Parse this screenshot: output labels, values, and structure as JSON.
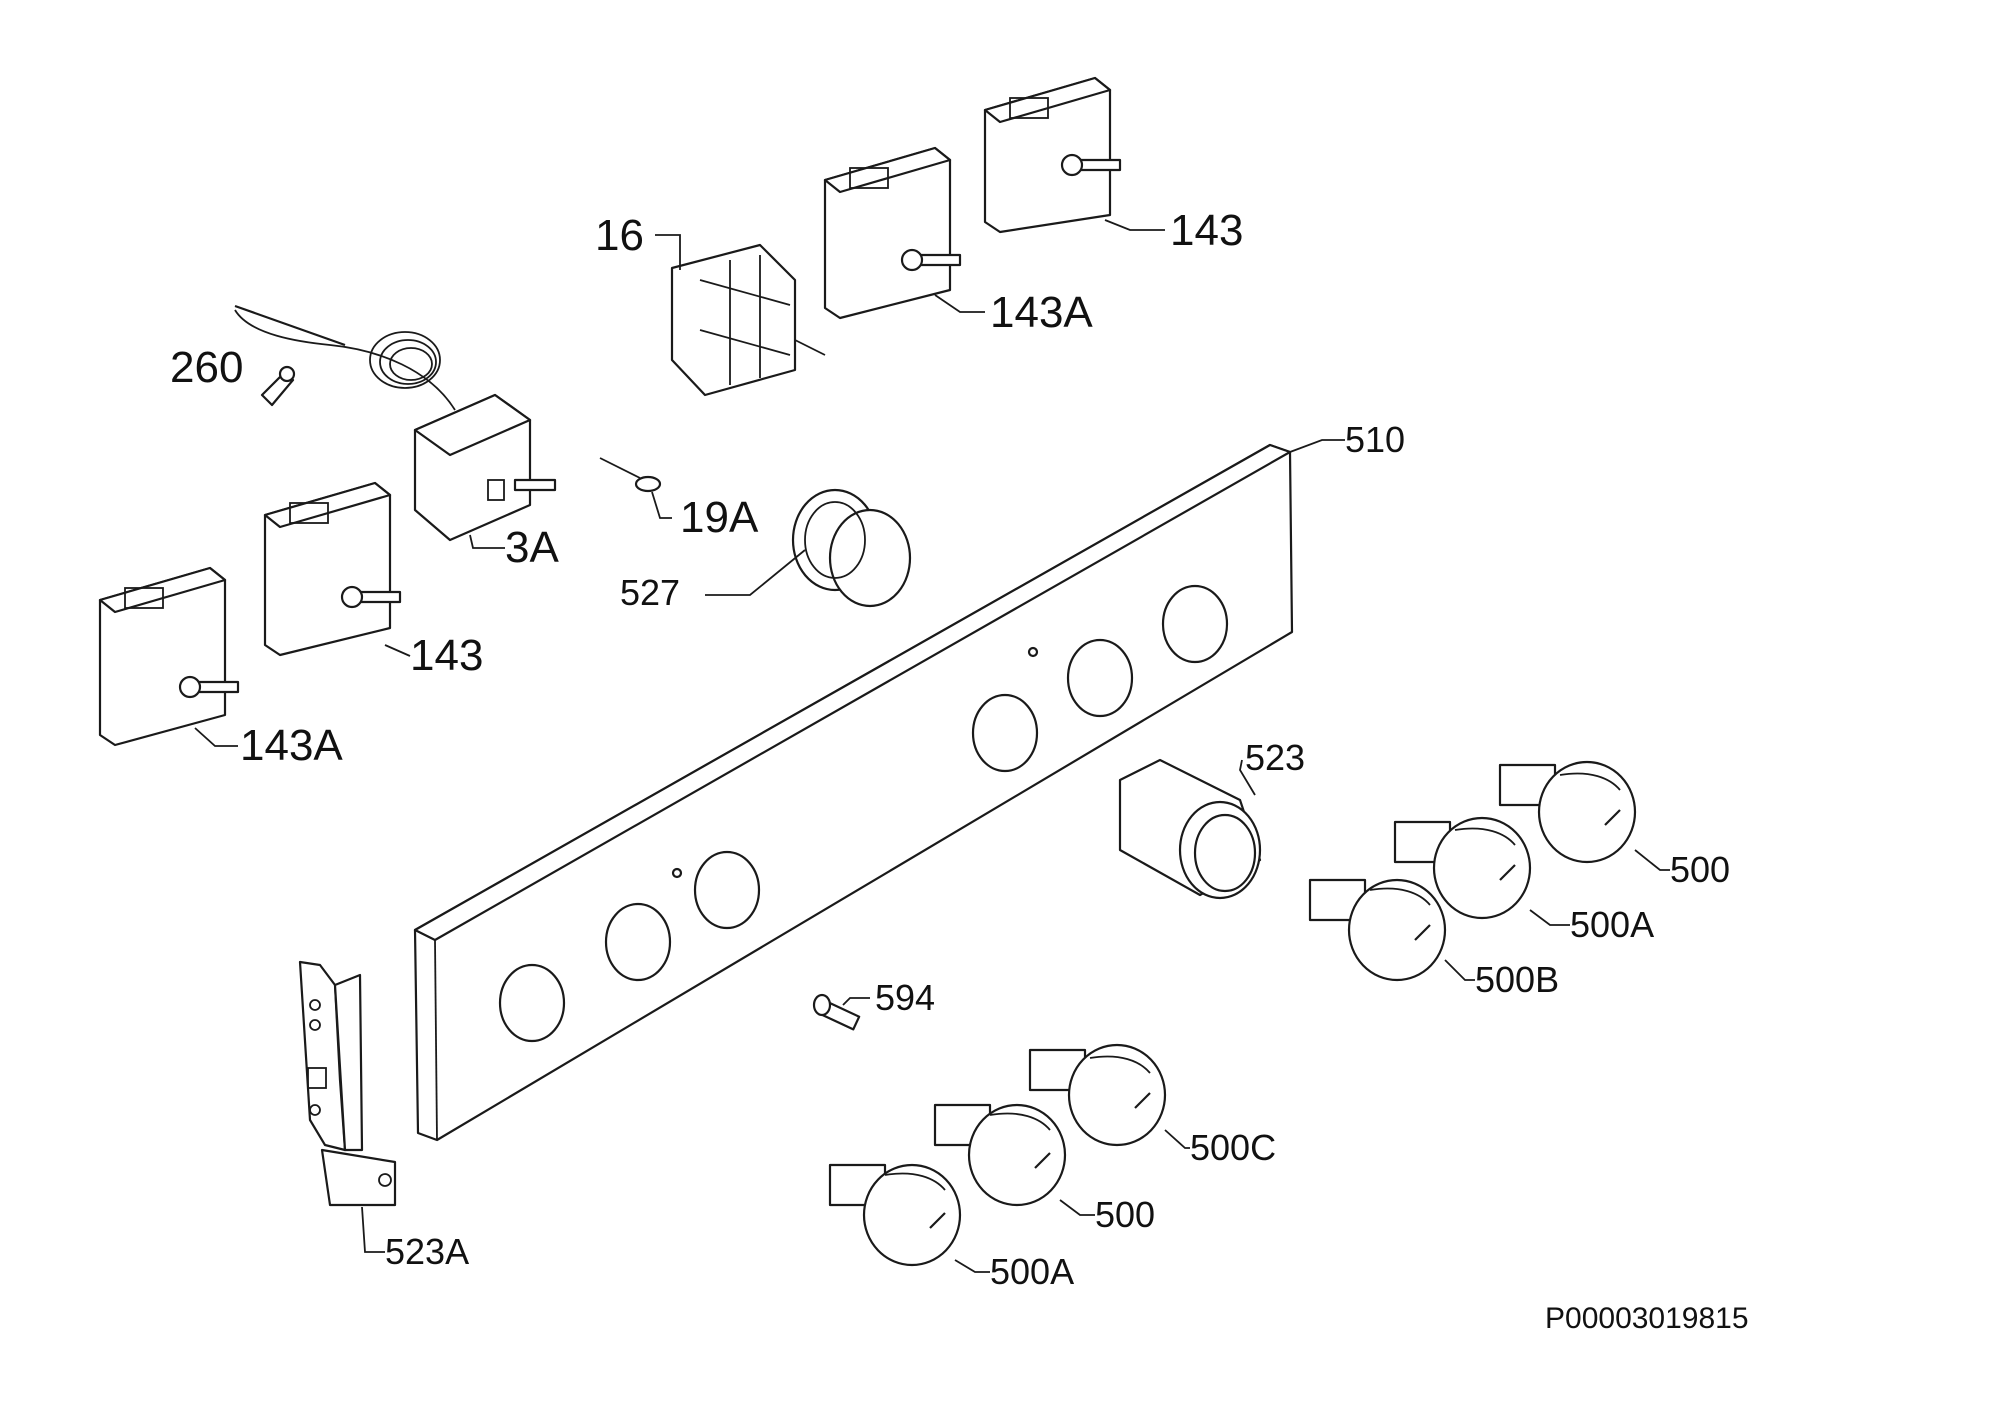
{
  "drawing_number": "P00003019815",
  "callouts": {
    "c16": "16",
    "c143_top": "143",
    "c143A_top": "143A",
    "c260": "260",
    "c510": "510",
    "c19A": "19A",
    "c3A": "3A",
    "c527": "527",
    "c143_left": "143",
    "c143A_left": "143A",
    "c523": "523",
    "c500_right": "500",
    "c500A_right": "500A",
    "c500B": "500B",
    "c594": "594",
    "c500C": "500C",
    "c500_bottom": "500",
    "c500A_bottom": "500A",
    "c523A": "523A"
  }
}
